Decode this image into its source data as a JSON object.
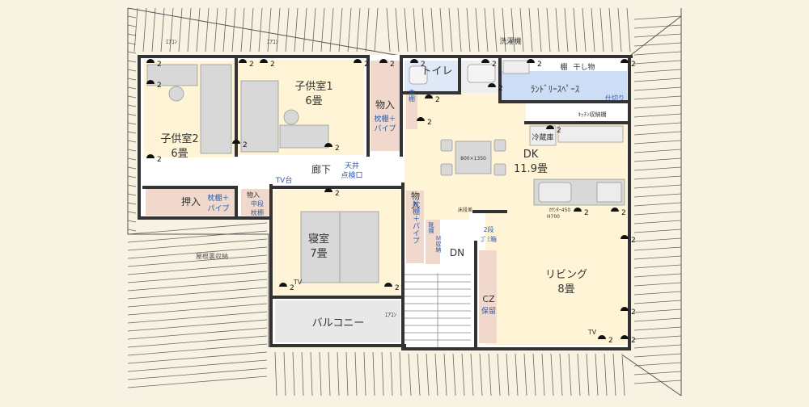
{
  "rooms": {
    "kids1": {
      "name": "子供室1",
      "size": "6畳"
    },
    "kids2": {
      "name": "子供室2",
      "size": "6畳"
    },
    "bedroom": {
      "name": "寝室",
      "size": "7畳"
    },
    "dk": {
      "name": "DK",
      "size": "11.9畳"
    },
    "living": {
      "name": "リビング",
      "size": "8畳"
    },
    "toilet": {
      "name": "トイレ"
    },
    "laundry": {
      "name": "ﾗﾝﾄﾞﾘｰｽﾍﾟｰｽ"
    },
    "corridor": {
      "name": "廊下"
    },
    "balcony": {
      "name": "バルコニー"
    }
  },
  "storage": {
    "closet_top": {
      "title": "物入",
      "sub1": "枕棚＋",
      "sub2": "パイプ"
    },
    "oshiire": {
      "title": "押入",
      "sub1": "枕棚＋",
      "sub2": "パイプ"
    },
    "small_closet": {
      "line1": "物入",
      "line2": "中段",
      "line3": "枕棚"
    },
    "mid_closet": {
      "title": "物入",
      "sub": "枕棚＋パイプ"
    },
    "cz": {
      "title": "CZ",
      "sub": "保留"
    }
  },
  "labels": {
    "washer": "洗濯機",
    "shelf": "棚",
    "drying": "干し物",
    "partition": "仕切り",
    "kitchen_shelf": "ｷｯﾁﾝ収納棚",
    "fridge": "冷蔵庫",
    "bookshelf": "本棚",
    "table": "800×1350",
    "counter1": "ｶｳﾝﾀｰ450",
    "counter2": "H700",
    "step": "床段差",
    "tv_box": "TV台",
    "ceiling1": "天井",
    "ceiling2": "点検口",
    "down": "DN",
    "trash1": "2段",
    "trash2": "ｺﾞﾐ箱",
    "shoe_shelf": "靴棚",
    "shoe_box": "Ｍ収納",
    "attic": "屋根裏収納",
    "ac": "ｴｱｺﾝ",
    "tv": "TV",
    "outlet_count": "2"
  }
}
